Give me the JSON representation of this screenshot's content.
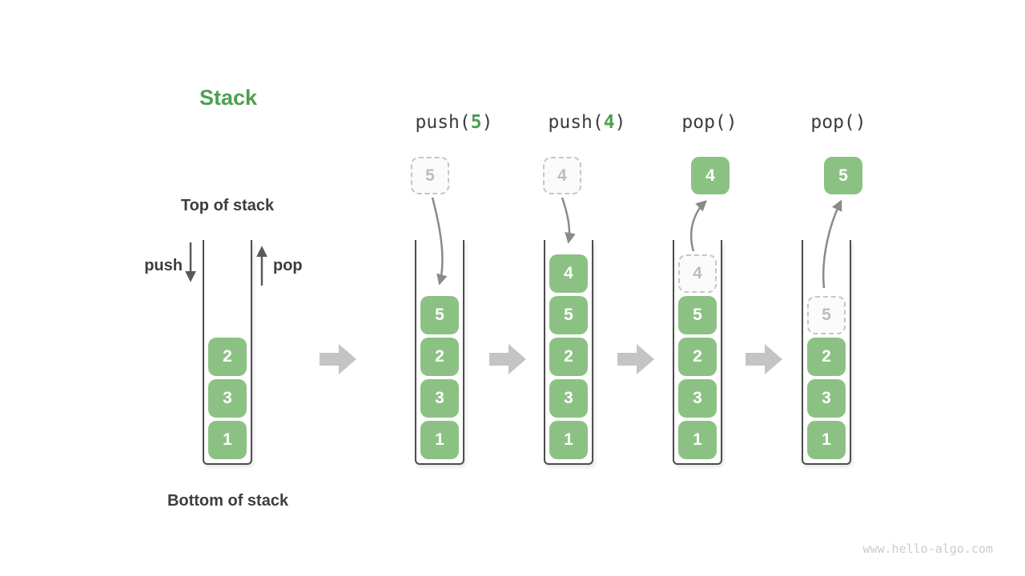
{
  "title": "Stack",
  "labels": {
    "top_of_stack": "Top of stack",
    "bottom_of_stack": "Bottom of stack",
    "push": "push",
    "pop": "pop"
  },
  "watermark": "www.hello-algo.com",
  "colors": {
    "accent_green": "#4CA050",
    "box_green": "#8CC184",
    "box_text": "#FFFFFF",
    "ghost_border": "#C6C6C6",
    "ghost_text": "#BDBDBD",
    "dark_text": "#3D3D3D",
    "wall_gray": "#4D4D4D",
    "curve_arrow_gray": "#8A8A8A",
    "straight_arrow_gray": "#5A5A5A",
    "block_arrow_gray": "#C4C4C4",
    "watermark_gray": "#CBCBCB"
  },
  "columns": [
    {
      "id": "initial",
      "op": null,
      "floating": null,
      "ghost": null,
      "items": [
        "2",
        "3",
        "1"
      ]
    },
    {
      "id": "push-5",
      "op": {
        "pre": "push(",
        "arg": "5",
        "post": ")"
      },
      "floating": {
        "type": "dashed",
        "value": "5"
      },
      "ghost": null,
      "items": [
        "5",
        "2",
        "3",
        "1"
      ]
    },
    {
      "id": "push-4",
      "op": {
        "pre": "push(",
        "arg": "4",
        "post": ")"
      },
      "floating": {
        "type": "dashed",
        "value": "4"
      },
      "ghost": null,
      "items": [
        "4",
        "5",
        "2",
        "3",
        "1"
      ]
    },
    {
      "id": "pop-first",
      "op": {
        "pre": "pop(",
        "arg": "",
        "post": ")"
      },
      "floating": {
        "type": "solid",
        "value": "4"
      },
      "ghost": "4",
      "items": [
        "5",
        "2",
        "3",
        "1"
      ]
    },
    {
      "id": "pop-second",
      "op": {
        "pre": "pop(",
        "arg": "",
        "post": ")"
      },
      "floating": {
        "type": "solid",
        "value": "5"
      },
      "ghost": "5",
      "items": [
        "2",
        "3",
        "1"
      ]
    }
  ]
}
